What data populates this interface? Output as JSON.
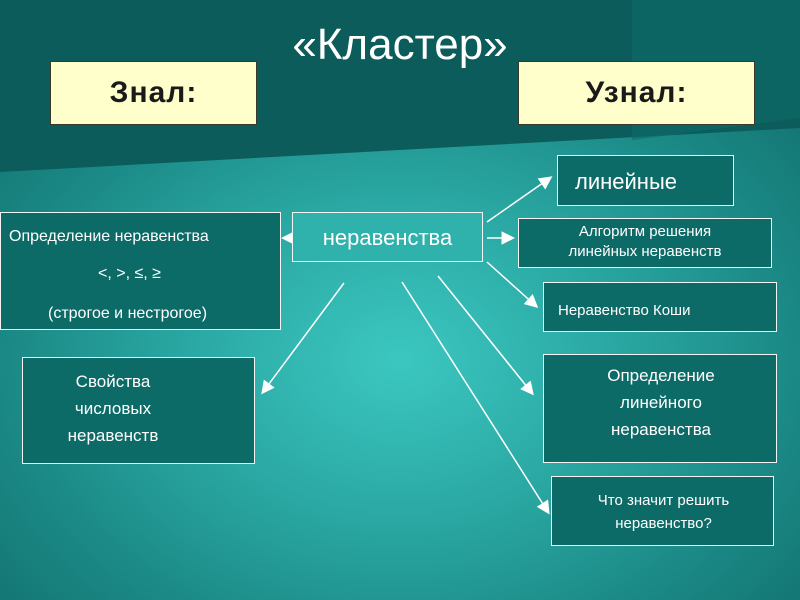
{
  "title": "«Кластер»",
  "headers": {
    "knew": "Знал:",
    "learned": "Узнал:"
  },
  "center": "неравенства",
  "left_box": {
    "line1": "Определение неравенства",
    "line2": "<, >, ≤, ≥",
    "line3": "(строгое и нестрогое)"
  },
  "properties_box": [
    "Свойства",
    "числовых",
    "неравенств"
  ],
  "right_boxes": {
    "linear": "линейные",
    "algorithm": [
      "Алгоритм решения",
      "линейных неравенств"
    ],
    "cauchy": "Неравенство Коши",
    "definition": [
      "Определение",
      "линейного",
      "неравенства"
    ],
    "meaning": [
      "Что значит решить",
      "неравенство?"
    ]
  },
  "colors": {
    "header_bg": "#ffffcc",
    "box_dark": "#0d6b67",
    "center_bg": "#2fb1ac",
    "background": "#1a8784"
  }
}
